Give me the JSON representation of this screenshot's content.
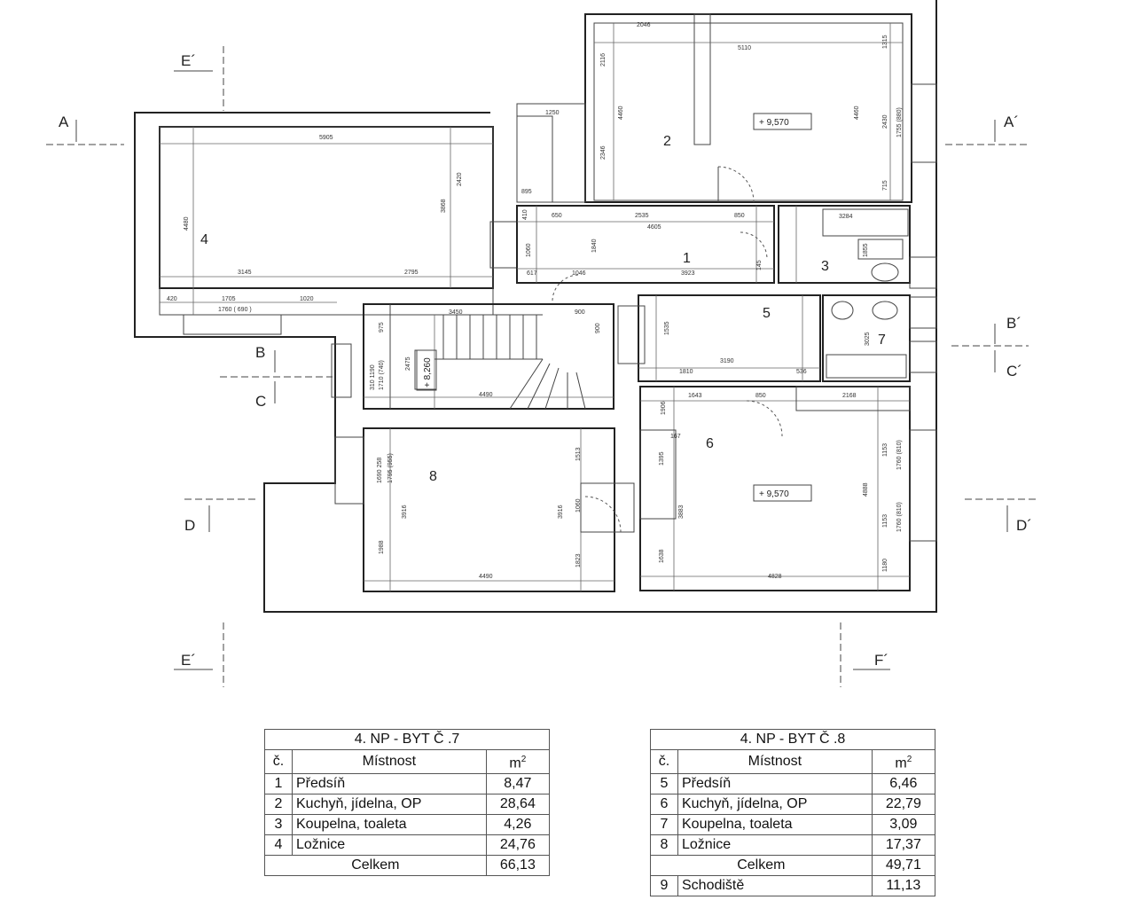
{
  "plan": {
    "rooms": [
      {
        "id": "1",
        "label": "1"
      },
      {
        "id": "2",
        "label": "2"
      },
      {
        "id": "3",
        "label": "3"
      },
      {
        "id": "4",
        "label": "4"
      },
      {
        "id": "5",
        "label": "5"
      },
      {
        "id": "6",
        "label": "6"
      },
      {
        "id": "7",
        "label": "7"
      },
      {
        "id": "8",
        "label": "8"
      }
    ],
    "sections": {
      "a": "A",
      "a2": "A´",
      "b": "B",
      "b2": "B´",
      "c": "C",
      "c2": "C´",
      "d": "D",
      "d2": "D´",
      "e_top": "E´",
      "e_bottom": "E´",
      "f": "F´"
    },
    "levels": {
      "room2": "+ 9,570",
      "room6": "+ 9,570",
      "stair": "+ 8,260"
    },
    "dimensions": {
      "d2046": "2046",
      "d5110": "5110",
      "d1250": "1250",
      "d4460a": "4460",
      "d4460b": "4460",
      "d2346": "2346",
      "d2116": "2116",
      "d2430": "2430",
      "d1755_880": "1755 (880)",
      "d1315": "1315",
      "d715": "715",
      "d895": "895",
      "d5905": "5905",
      "d4480": "4480",
      "d2420": "2420",
      "d3868": "3868",
      "d3145": "3145",
      "d2795": "2795",
      "d420": "420",
      "d1705": "1705",
      "d1020": "1020",
      "d1760_690": "1760 ( 690 )",
      "d410": "410",
      "d650a": "650",
      "d2535": "2535",
      "d850a": "850",
      "d4605": "4605",
      "d1060": "1060",
      "d1840": "1840",
      "d617": "617",
      "d1046": "1046",
      "d3923": "3923",
      "d145": "145",
      "d3284": "3284",
      "d1855": "1855",
      "d3450": "3450",
      "d900a": "900",
      "d900b": "900",
      "d4490a": "4490",
      "d1810": "1810",
      "d3190": "3190",
      "d536": "536",
      "d1643": "1643",
      "d850b": "850",
      "d2168": "2168",
      "d167": "167",
      "d1395": "1395",
      "d3883": "3883",
      "d1638": "1638",
      "d4828": "4828",
      "d4490b": "4490",
      "d3916a": "3916",
      "d3916b": "3916",
      "d1060b": "1060",
      "d1823": "1823",
      "d1513": "1513",
      "d1988": "1988",
      "d1795_955": "1795 (955)",
      "d1760_810a": "1760 (810)",
      "d1760_810b": "1760 (810)",
      "d1153a": "1153",
      "d1153b": "1153",
      "d4888": "4888",
      "d1180": "1180",
      "d1906": "1906",
      "d1535": "1535",
      "d2475": "2475",
      "d1710_740": "1710 (740)",
      "d310_1190": "310 1190",
      "d1690_258": "1690 258",
      "d975": "975",
      "d3025": "3025"
    }
  },
  "table7": {
    "caption": "4. NP - BYT Č .7",
    "col_no": "č.",
    "col_room": "Místnost",
    "col_area": "m",
    "col_area_sup": "2",
    "rows": [
      {
        "no": "1",
        "room": "Předsíň",
        "area": "8,47"
      },
      {
        "no": "2",
        "room": "Kuchyň, jídelna, OP",
        "area": "28,64"
      },
      {
        "no": "3",
        "room": "Koupelna, toaleta",
        "area": "4,26"
      },
      {
        "no": "4",
        "room": "Ložnice",
        "area": "24,76"
      }
    ],
    "total_label": "Celkem",
    "total_value": "66,13"
  },
  "table8": {
    "caption": "4. NP - BYT Č .8",
    "col_no": "č.",
    "col_room": "Místnost",
    "col_area": "m",
    "col_area_sup": "2",
    "rows": [
      {
        "no": "5",
        "room": "Předsíň",
        "area": "6,46"
      },
      {
        "no": "6",
        "room": "Kuchyň, jídelna, OP",
        "area": "22,79"
      },
      {
        "no": "7",
        "room": "Koupelna, toaleta",
        "area": "3,09"
      },
      {
        "no": "8",
        "room": "Ložnice",
        "area": "17,37"
      }
    ],
    "total_label": "Celkem",
    "total_value": "49,71",
    "extra_row": {
      "no": "9",
      "room": "Schodiště",
      "area": "11,13"
    }
  }
}
